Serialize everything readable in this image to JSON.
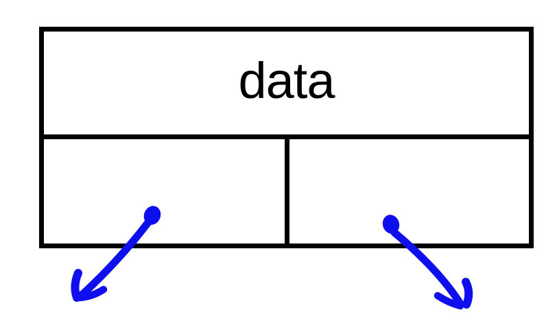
{
  "node": {
    "data_label": "data"
  },
  "pointers": {
    "left": {
      "name": "left-child-arrow",
      "direction": "down-left"
    },
    "right": {
      "name": "right-child-arrow",
      "direction": "down-right"
    }
  },
  "colors": {
    "background": "#ffffff",
    "border": "#000000",
    "text": "#000000",
    "arrow": "#0f0fee"
  }
}
